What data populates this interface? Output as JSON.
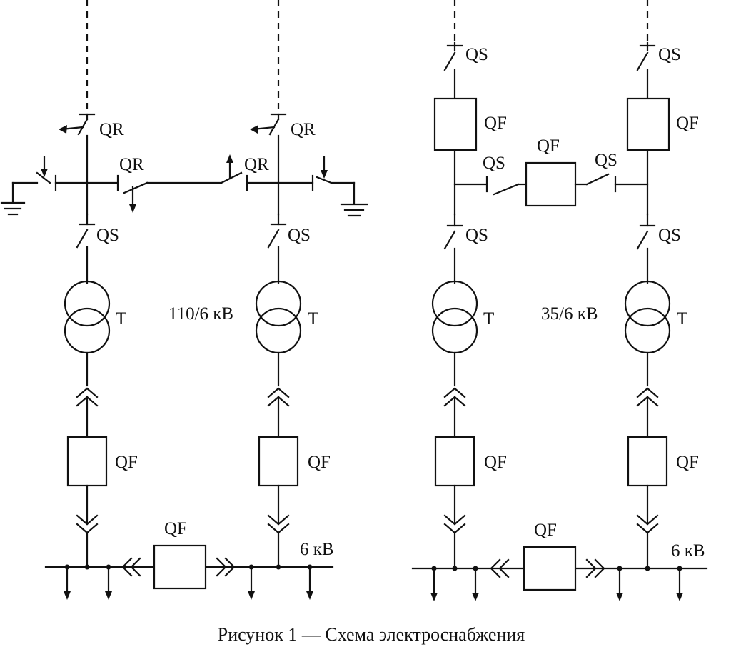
{
  "labels": {
    "qr": "QR",
    "qs": "QS",
    "qf": "QF",
    "t": "T",
    "voltage_110": "110/6 кВ",
    "voltage_35": "35/6 кВ",
    "bus_6kv": "6 кВ"
  },
  "caption": "Рисунок 1 — Схема электроснабжения",
  "colors": {
    "line": "#111111",
    "background": "#ffffff"
  }
}
